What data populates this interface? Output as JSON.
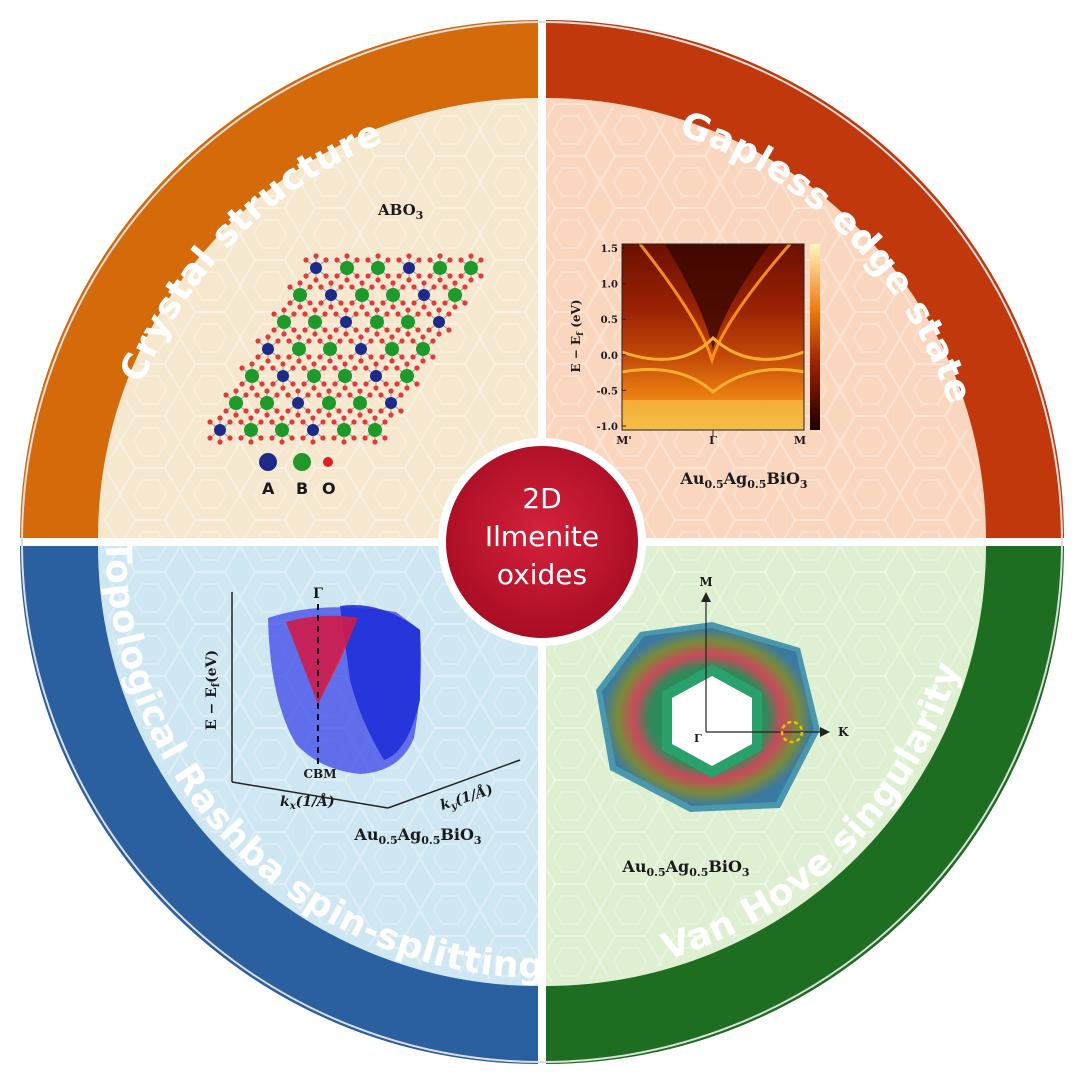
{
  "center": {
    "lines": [
      "2D",
      "Ilmenite",
      "oxides"
    ]
  },
  "colors": {
    "q1": "#d46a0a",
    "q2": "#c0380c",
    "q3": "#2a5fa0",
    "q4": "#1e6e22",
    "center": "#c4102c",
    "q1_inner": "#f5e8cf",
    "q2_inner": "#fbd6bf",
    "q3_inner": "#cfe7f2",
    "q4_inner": "#dff0d2"
  },
  "quadrants": {
    "crystal": {
      "title": "Crystal structure",
      "formula": "ABO",
      "formula_sub": "3",
      "legend": [
        "A",
        "B",
        "O"
      ]
    },
    "gapless": {
      "title": "Gapless edge state",
      "ylabel": "E − E",
      "ylabel_sub": "f",
      "ylabel_unit": " (eV)",
      "yticks": [
        "1.5",
        "1.0",
        "0.5",
        "0.0",
        "-0.5",
        "-1.0"
      ],
      "xticks": [
        "M'",
        "Γ",
        "M"
      ],
      "compound": [
        "Au",
        "0.5",
        "Ag",
        "0.5",
        "BiO",
        "3"
      ]
    },
    "rashba": {
      "title": "Topological Rashba spin-splitting",
      "gamma": "Γ",
      "ylabel": "E − E",
      "ylabel_sub": "f",
      "ylabel_unit": "(eV)",
      "cbm": "CBM",
      "kx": "k",
      "kx_sub": "x",
      "kx_unit": "(1/Å)",
      "ky": "k",
      "ky_sub": "y",
      "ky_unit": "(1/Å)",
      "compound": [
        "Au",
        "0.5",
        "Ag",
        "0.5",
        "BiO",
        "3"
      ]
    },
    "vanhove": {
      "title": "Van Hove singularity",
      "m": "M",
      "k": "K",
      "gamma": "Γ",
      "compound": [
        "Au",
        "0.5",
        "Ag",
        "0.5",
        "BiO",
        "3"
      ]
    }
  }
}
